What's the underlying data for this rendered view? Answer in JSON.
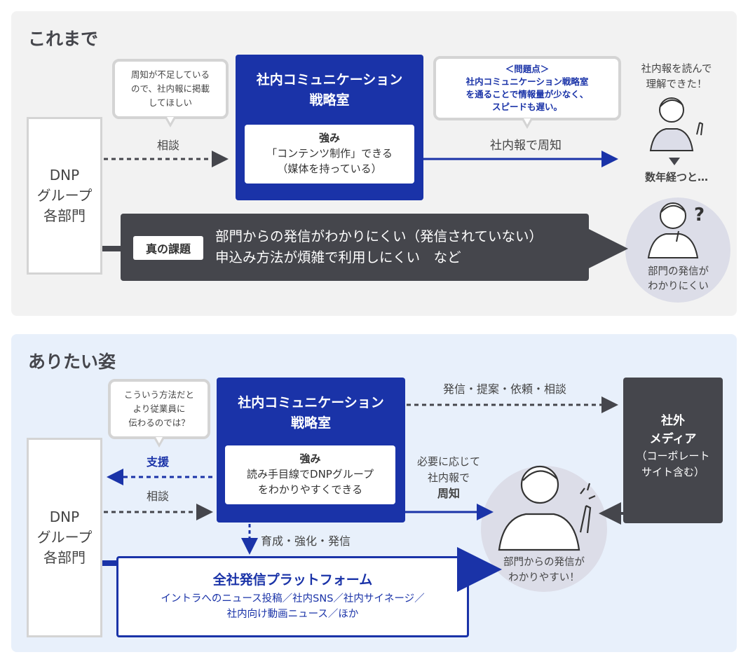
{
  "before": {
    "title": "これまで",
    "bubble": [
      "周知が不足している",
      "ので、社内報に掲載",
      "してほしい"
    ],
    "consult_label": "相談",
    "dept": "DNP\nグループ\n各部門",
    "strategy_title": "社内コミュニケーション\n戦略室",
    "strength_title": "強み",
    "strength_lines": [
      "「コンテンツ制作」できる",
      "（媒体を持っている）"
    ],
    "problem_bubble": [
      "＜問題点＞",
      "社内コミュニケーション戦略室",
      "を通ることで情報量が少なく、",
      "スピードも遅い。"
    ],
    "notify_label": "社内報で周知",
    "reader_text": [
      "社内報を読んで",
      "理解できた！"
    ],
    "years_later": "数年経つと…",
    "real_issue_label": "真の課題",
    "real_issue_lines": [
      "部門からの発信がわかりにくい（発信されていない）",
      "申込み方法が煩雑で利用しにくい　など"
    ],
    "result": [
      "部門の発信が",
      "わかりにくい"
    ],
    "question_mark": "?"
  },
  "after": {
    "title": "ありたい姿",
    "bubble": [
      "こういう方法だと",
      "より従業員に",
      "伝わるのでは？"
    ],
    "support_label": "支援",
    "consult_label": "相談",
    "dept": "DNP\nグループ\n各部門",
    "strategy_title": "社内コミュニケーション\n戦略室",
    "strength_title": "強み",
    "strength_lines": [
      "読み手目線でDNPグループ",
      "をわかりやすくできる"
    ],
    "outreach_label": "発信・提案・依頼・相談",
    "media_title": [
      "社外",
      "メディア"
    ],
    "media_sub": [
      "（コーポレート",
      "サイト含む）"
    ],
    "as_needed": [
      "必要に応じて",
      "社内報で"
    ],
    "as_needed_bold": "周知",
    "nurture_label": "育成・強化・発信",
    "platform_title": "全社発信プラットフォーム",
    "platform_lines": [
      "イントラへのニュース投稿／社内SNS／社内サイネージ／",
      "社内向け動画ニュース／ほか"
    ],
    "result": [
      "部門からの発信が",
      "わかりやすい！"
    ]
  },
  "colors": {
    "blue": "#1a33a8",
    "dark": "#45464c",
    "panel_before": "#f2f2f2",
    "panel_after": "#e8f0fb"
  }
}
